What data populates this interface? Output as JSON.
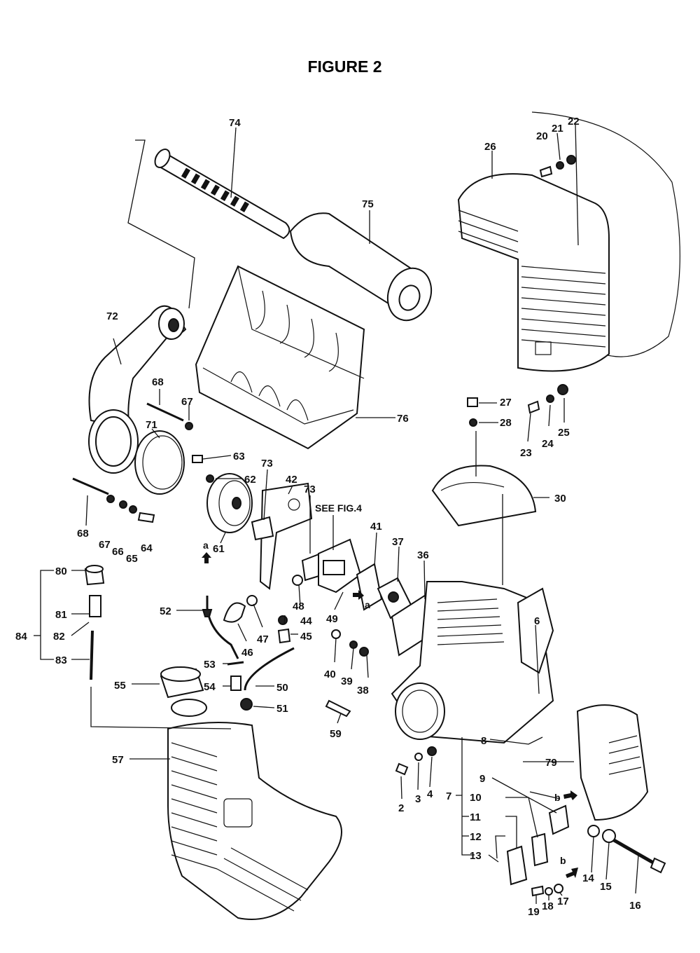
{
  "figure": {
    "title": "FIGURE 2"
  },
  "notes": {
    "see_fig": "SEE FIG.4",
    "arrow_a": "a",
    "arrow_b": "b"
  },
  "part_numbers": [
    {
      "id": "p74",
      "text": "74"
    },
    {
      "id": "p75",
      "text": "75"
    },
    {
      "id": "p76",
      "text": "76"
    },
    {
      "id": "p72",
      "text": "72"
    },
    {
      "id": "p68a",
      "text": "68"
    },
    {
      "id": "p67a",
      "text": "67"
    },
    {
      "id": "p71",
      "text": "71"
    },
    {
      "id": "p63",
      "text": "63"
    },
    {
      "id": "p62",
      "text": "62"
    },
    {
      "id": "p68b",
      "text": "68"
    },
    {
      "id": "p67b",
      "text": "67"
    },
    {
      "id": "p66",
      "text": "66"
    },
    {
      "id": "p65",
      "text": "65"
    },
    {
      "id": "p64",
      "text": "64"
    },
    {
      "id": "p61",
      "text": "61"
    },
    {
      "id": "p73a",
      "text": "73"
    },
    {
      "id": "p42",
      "text": "42"
    },
    {
      "id": "p73b",
      "text": "73"
    },
    {
      "id": "p41",
      "text": "41"
    },
    {
      "id": "p37",
      "text": "37"
    },
    {
      "id": "p36",
      "text": "36"
    },
    {
      "id": "p48",
      "text": "48"
    },
    {
      "id": "p44",
      "text": "44"
    },
    {
      "id": "p45",
      "text": "45"
    },
    {
      "id": "p47",
      "text": "47"
    },
    {
      "id": "p46",
      "text": "46"
    },
    {
      "id": "p49",
      "text": "49"
    },
    {
      "id": "p40",
      "text": "40"
    },
    {
      "id": "p39",
      "text": "39"
    },
    {
      "id": "p38",
      "text": "38"
    },
    {
      "id": "p52",
      "text": "52"
    },
    {
      "id": "p53",
      "text": "53"
    },
    {
      "id": "p54",
      "text": "54"
    },
    {
      "id": "p50",
      "text": "50"
    },
    {
      "id": "p51",
      "text": "51"
    },
    {
      "id": "p55",
      "text": "55"
    },
    {
      "id": "p59",
      "text": "59"
    },
    {
      "id": "p57",
      "text": "57"
    },
    {
      "id": "p80",
      "text": "80"
    },
    {
      "id": "p81",
      "text": "81"
    },
    {
      "id": "p84",
      "text": "84"
    },
    {
      "id": "p82",
      "text": "82"
    },
    {
      "id": "p83",
      "text": "83"
    },
    {
      "id": "p26",
      "text": "26"
    },
    {
      "id": "p20",
      "text": "20"
    },
    {
      "id": "p21",
      "text": "21"
    },
    {
      "id": "p22",
      "text": "22"
    },
    {
      "id": "p27",
      "text": "27"
    },
    {
      "id": "p28",
      "text": "28"
    },
    {
      "id": "p23",
      "text": "23"
    },
    {
      "id": "p24",
      "text": "24"
    },
    {
      "id": "p25",
      "text": "25"
    },
    {
      "id": "p30",
      "text": "30"
    },
    {
      "id": "p6",
      "text": "6"
    },
    {
      "id": "p8",
      "text": "8"
    },
    {
      "id": "p79",
      "text": "79"
    },
    {
      "id": "p2",
      "text": "2"
    },
    {
      "id": "p3",
      "text": "3"
    },
    {
      "id": "p4",
      "text": "4"
    },
    {
      "id": "p7",
      "text": "7"
    },
    {
      "id": "p9",
      "text": "9"
    },
    {
      "id": "p10",
      "text": "10"
    },
    {
      "id": "p11",
      "text": "11"
    },
    {
      "id": "p12",
      "text": "12"
    },
    {
      "id": "p13",
      "text": "13"
    },
    {
      "id": "p14",
      "text": "14"
    },
    {
      "id": "p15",
      "text": "15"
    },
    {
      "id": "p16",
      "text": "16"
    },
    {
      "id": "p17",
      "text": "17"
    },
    {
      "id": "p18",
      "text": "18"
    },
    {
      "id": "p19",
      "text": "19"
    }
  ]
}
